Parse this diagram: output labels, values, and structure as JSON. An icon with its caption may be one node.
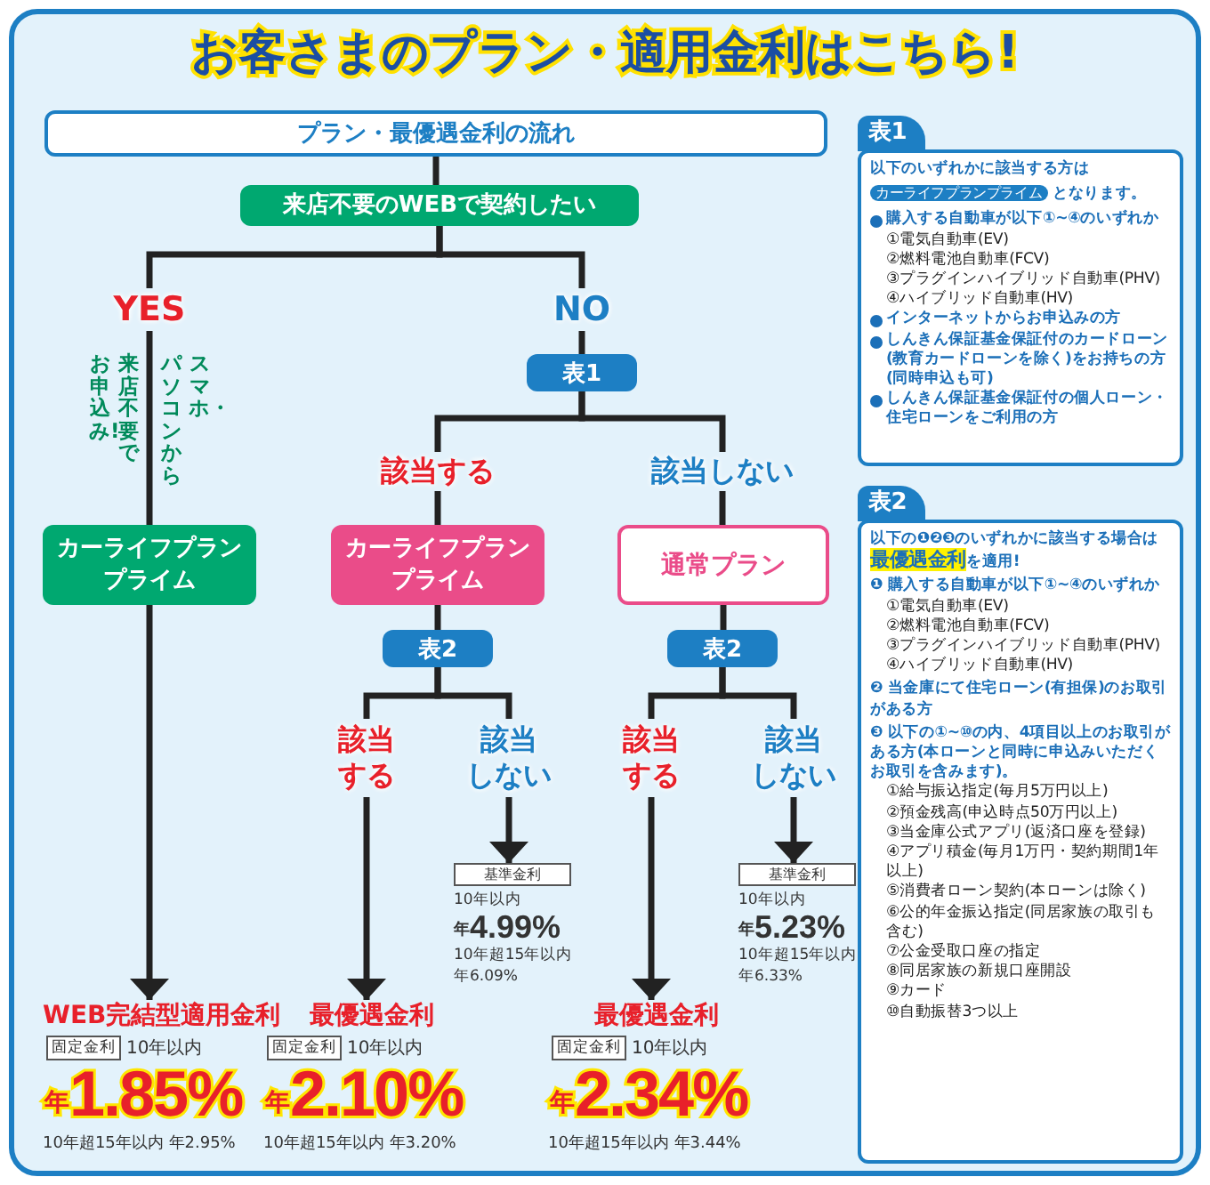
{
  "diagram": {
    "title": "お客さまのプラン・適用金利はこちら!",
    "nodes": [
      {
        "text": [
          "プラン・最優遇金利の流れ"
        ]
      },
      {
        "text": [
          "来店不要のWEBで契約したい"
        ]
      },
      {
        "text": [
          "YES"
        ]
      },
      {
        "text": [
          "NO"
        ]
      },
      {
        "text": [
          "表1"
        ]
      },
      {
        "text": [
          "該当する"
        ]
      },
      {
        "text": [
          "該当しない"
        ]
      },
      {
        "text": [
          "カーライフプランプライム"
        ]
      },
      {
        "text": [
          "カーライフプランプライム"
        ]
      },
      {
        "text": [
          "通常プラン"
        ]
      },
      {
        "text": [
          "表2"
        ]
      },
      {
        "text": [
          "表2"
        ]
      },
      {
        "text": [
          "該当する"
        ]
      },
      {
        "text": [
          "該当しない"
        ]
      },
      {
        "text": [
          "該当する"
        ]
      },
      {
        "text": [
          "該当しない"
        ]
      },
      {
        "text": [
          "WEB完結型適用金利",
          "固定金利",
          "10年以内",
          "年",
          "1.85%",
          "10年超15年以内 年2.95%"
        ]
      },
      {
        "text": [
          "最優遇金利",
          "固定金利",
          "10年以内",
          "年",
          "2.10%",
          "10年超15年以内 年3.20%"
        ]
      },
      {
        "text": [
          "基準金利",
          "10年以内",
          "年",
          "4.99%",
          "10年超15年以内",
          "年6.09%"
        ]
      },
      {
        "text": [
          "最優遇金利",
          "固定金利",
          "10年以内",
          "年",
          "2.34%",
          "10年超15年以内 年3.44%"
        ]
      },
      {
        "text": [
          "基準金利",
          "10年以内",
          "年",
          "5.23%",
          "10年超15年以内",
          "年6.33%"
        ]
      },
      {
        "text": [
          "表1",
          "以下のいずれかに該当する方は",
          "カーライフプランプライム",
          "となります。",
          "購入する自動車が以下①~④のいずれか",
          "①電気自動車(EV)",
          "②燃料電池自動車(FCV)",
          "③プラグインハイブリッド自動車(PHV)",
          "④ハイブリッド自動車(HV)",
          "インターネットからお申込みの方",
          "しんきん保証基金保証付のカードローン(教育カードローンを除く)をお持ちの方(同時申込も可)",
          "しんきん保証基金保証付の個人ローン・住宅ローンをご利用の方"
        ]
      },
      {
        "text": [
          "表2",
          "以下の❶❷❸のいずれかに該当する場合は**最優遇金利**を適用!",
          "❶ 購入する自動車が以下①~④のいずれか",
          "①電気自動車(EV)",
          "②燃料電池自動車(FCV)",
          "③プラグインハイブリッド自動車(PHV)",
          "④ハイブリッド自動車(HV)",
          "❷ 当金庫にて住宅ローン(有担保)のお取引がある方",
          "❸ 以下の①~⑩の内、4項目以上のお取引がある方(本ローンと同時に申込みいただくお取引を含みます)。",
          "①給与振込指定(毎月5万円以上)",
          "②預金残高(申込時点50万円以上)",
          "③当金庫公式アプリ(返済口座を登録)",
          "④アプリ積金(毎月1万円・契約期間1年以上)",
          "⑤消費者ローン契約(本ローンは除く)",
          "⑥公的年金振込指定(同居家族の取引も含む)",
          "⑦公金受取口座の指定",
          "⑧同居家族の新規口座開設",
          "⑨カード",
          "⑩自動振替3つ以上"
        ]
      }
    ],
    "edges": [
      {
        "from": 0,
        "to": 1,
        "arrow": "none"
      },
      {
        "from": 1,
        "to": 2,
        "arrow": "none"
      },
      {
        "from": 1,
        "to": 3,
        "arrow": "none"
      },
      {
        "from": 3,
        "to": 4,
        "arrow": "none"
      },
      {
        "from": 4,
        "to": 5,
        "arrow": "none"
      },
      {
        "from": 4,
        "to": 6,
        "arrow": "none"
      },
      {
        "from": 2,
        "to": 7,
        "arrow": "none"
      },
      {
        "from": 5,
        "to": 8,
        "arrow": "none"
      },
      {
        "from": 6,
        "to": 9,
        "arrow": "none"
      },
      {
        "from": 8,
        "to": 10,
        "arrow": "none"
      },
      {
        "from": 9,
        "to": 11,
        "arrow": "none"
      },
      {
        "from": 10,
        "to": 12,
        "arrow": "none"
      },
      {
        "from": 10,
        "to": 13,
        "arrow": "none"
      },
      {
        "from": 11,
        "to": 14,
        "arrow": "none"
      },
      {
        "from": 11,
        "to": 15,
        "arrow": "none"
      },
      {
        "from": 7,
        "to": 16,
        "arrow": "to"
      },
      {
        "from": 12,
        "to": 17,
        "arrow": "to"
      },
      {
        "from": 13,
        "to": 18,
        "arrow": "to"
      },
      {
        "from": 14,
        "to": 19,
        "arrow": "to"
      },
      {
        "from": 15,
        "to": 20,
        "arrow": "to"
      }
    ],
    "labels": [
      "スマホ・",
      "パソコンから",
      "来店不要で",
      "お申込み!"
    ]
  }
}
